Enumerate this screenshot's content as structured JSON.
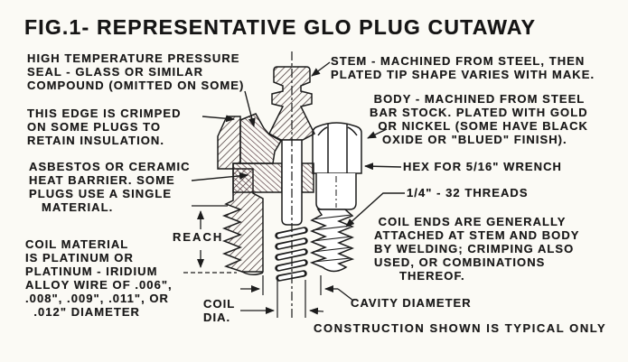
{
  "figure": {
    "title": "FIG.1- REPRESENTATIVE GLO PLUG CUTAWAY",
    "footnote": "CONSTRUCTION SHOWN IS TYPICAL ONLY"
  },
  "callouts": {
    "seal": "HIGH TEMPERATURE PRESSURE\nSEAL - GLASS OR SIMILAR\nCOMPOUND (OMITTED ON SOME)",
    "crimp": "THIS EDGE IS CRIMPED\nON SOME PLUGS TO\nRETAIN INSULATION.",
    "heat_barrier": "ASBESTOS OR CERAMIC\nHEAT BARRIER. SOME\nPLUGS USE A SINGLE\n   MATERIAL.",
    "coil_material": "COIL MATERIAL\nIS PLATINUM OR\nPLATINUM - IRIDIUM\nALLOY WIRE OF .006\",\n.008\", .009\", .011\", OR\n  .012\" DIAMETER",
    "stem": "STEM - MACHINED FROM STEEL, THEN\nPLATED TIP SHAPE VARIES WITH MAKE.",
    "body": " BODY - MACHINED FROM STEEL\nBAR STOCK. PLATED WITH GOLD\n  OR NICKEL (SOME HAVE BLACK\n   OXIDE OR \"BLUED\" FINISH).",
    "hex": "HEX FOR 5/16\" WRENCH",
    "threads": "1/4\" - 32 THREADS",
    "coil_ends": " COIL ENDS ARE GENERALLY\nATTACHED AT STEM AND BODY\nBY WELDING; CRIMPING ALSO\nUSED, OR COMBINATIONS\n      THEREOF.",
    "reach": "REACH",
    "coil_dia": "COIL\nDIA.",
    "cavity": "CAVITY DIAMETER"
  },
  "drawing": {
    "ink_color": "#1c1c1c",
    "hatch_color": "#3c2b2b",
    "background_color": "#fbfaf5",
    "parts": [
      "stem-tip",
      "pressure-seal",
      "crimped-edge",
      "heat-barrier",
      "body-section",
      "internal-threads",
      "hex-flats",
      "external-threads",
      "heating-coil",
      "cavity"
    ]
  }
}
